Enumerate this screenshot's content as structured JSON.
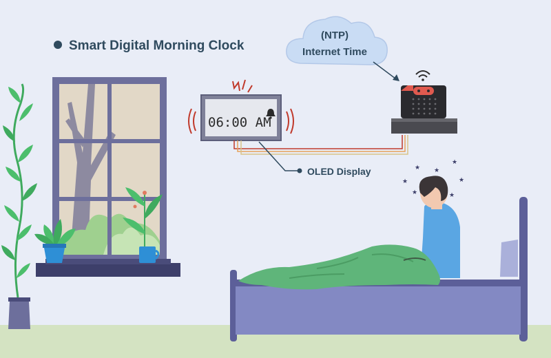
{
  "title": "Smart Digital Morning Clock",
  "cloud": {
    "line1": "(NTP)",
    "line2": "Internet Time"
  },
  "clock": {
    "time": "06:00 AM",
    "alarm_icon": "bell-icon"
  },
  "oled_label": "OLED Display",
  "icons": {
    "wifi": "wifi-icon",
    "board": "microbit-board"
  },
  "colors": {
    "background": "#e9edf7",
    "floor": "#d4e3c2",
    "title_text": "#2f4a5e",
    "cloud": "#c9dcf4",
    "bed": "#8389c3",
    "blanket": "#5fb57a",
    "shirt": "#5aa6e3",
    "window_frame": "#6d6f9c",
    "pot": "#2e8fd6",
    "leaf": "#4cbe6c",
    "alarm_red": "#c0392b"
  }
}
